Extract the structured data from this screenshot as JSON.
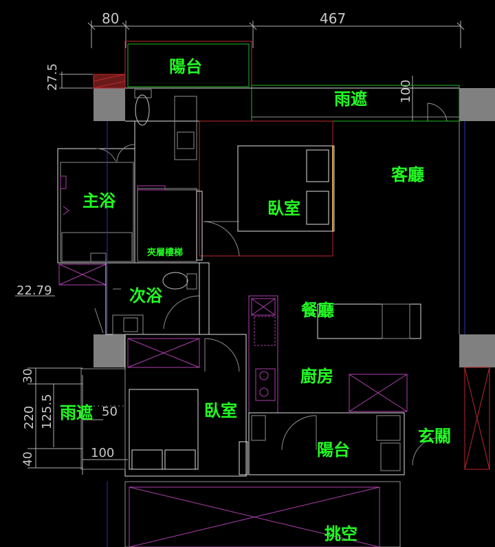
{
  "rooms": {
    "balcony_top": "陽台",
    "canopy_top": "雨遮",
    "living_room": "客廳",
    "master_bath": "主浴",
    "bedroom_top": "臥室",
    "mezzanine_stairs": "夾層樓梯",
    "second_bath": "次浴",
    "dining_room": "餐廳",
    "kitchen": "廚房",
    "canopy_left": "雨遮",
    "bedroom_bottom": "臥室",
    "balcony_bottom": "陽台",
    "entrance": "玄關",
    "void": "挑空"
  },
  "dimensions": {
    "top_left": "80",
    "top_right": "467",
    "left_27_5": "27.5",
    "mid_100": "100",
    "left_22_79": "22.79",
    "left_30": "30",
    "left_220": "220",
    "left_125_5": "125.5",
    "left_40": "40",
    "small_50": "50",
    "small_100": "100"
  },
  "colors": {
    "background": "#000000",
    "room_label": "#22ff22",
    "wall_fill": "#808080",
    "red_lines": "#c0282e",
    "magenta_lines": "#b040b0"
  }
}
